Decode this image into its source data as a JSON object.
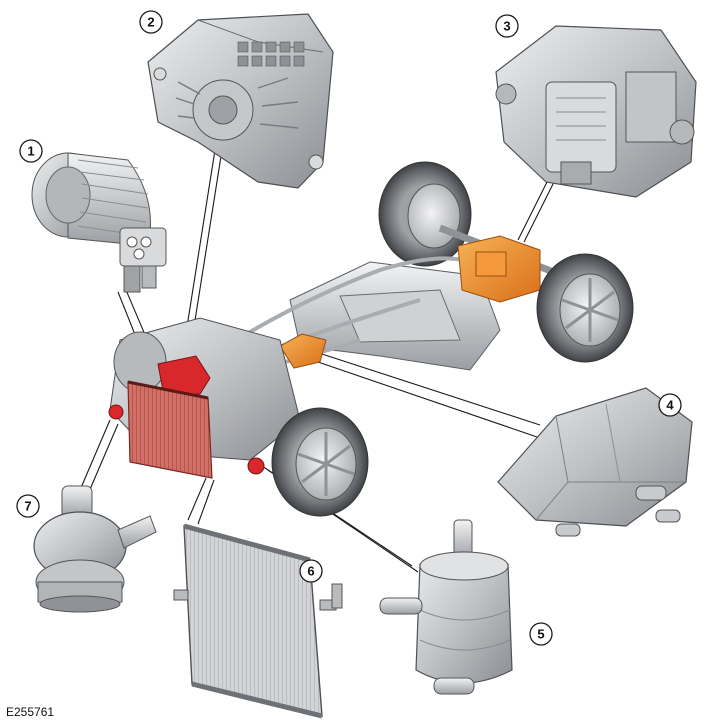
{
  "figure": {
    "reference_code": "E255761",
    "callouts": [
      {
        "id": "1",
        "label": "1"
      },
      {
        "id": "2",
        "label": "2"
      },
      {
        "id": "3",
        "label": "3"
      },
      {
        "id": "4",
        "label": "4"
      },
      {
        "id": "5",
        "label": "5"
      },
      {
        "id": "6",
        "label": "6"
      },
      {
        "id": "7",
        "label": "7"
      }
    ],
    "colors": {
      "component_gray": "#c9cbcd",
      "component_dark": "#7d8185",
      "highlight_orange": "#f08a24",
      "highlight_red": "#d8282c",
      "radiator_red": "#c85a55",
      "tire": "#6b6e72",
      "leader_line": "#1a1a1a"
    },
    "icons": [
      "electric-motor",
      "transmission-housing",
      "rear-drive-unit",
      "power-electronics-module",
      "coolant-reservoir",
      "radiator",
      "coolant-pump"
    ]
  }
}
